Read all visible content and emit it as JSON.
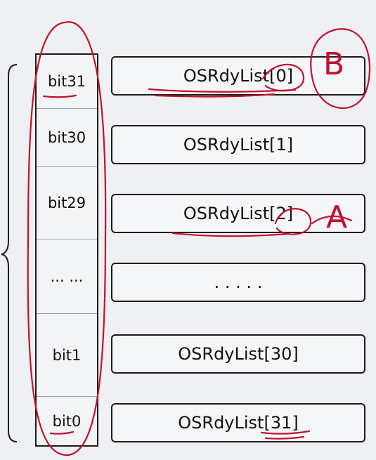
{
  "bits": [
    "bit31",
    "bit30",
    "bit29",
    "... ...",
    "bit1",
    "bit0"
  ],
  "ready_lists": [
    "OSRdyList[0]",
    "OSRdyList[1]",
    "OSRdyList[2]",
    ". . . . .",
    "OSRdyList[30]",
    "OSRdyList[31]"
  ],
  "annotations": {
    "mark_b": "B",
    "mark_a": "A"
  },
  "colors": {
    "ink": "#1b1b1b",
    "annotation": "#c4102e",
    "background": "#eef0f4"
  }
}
